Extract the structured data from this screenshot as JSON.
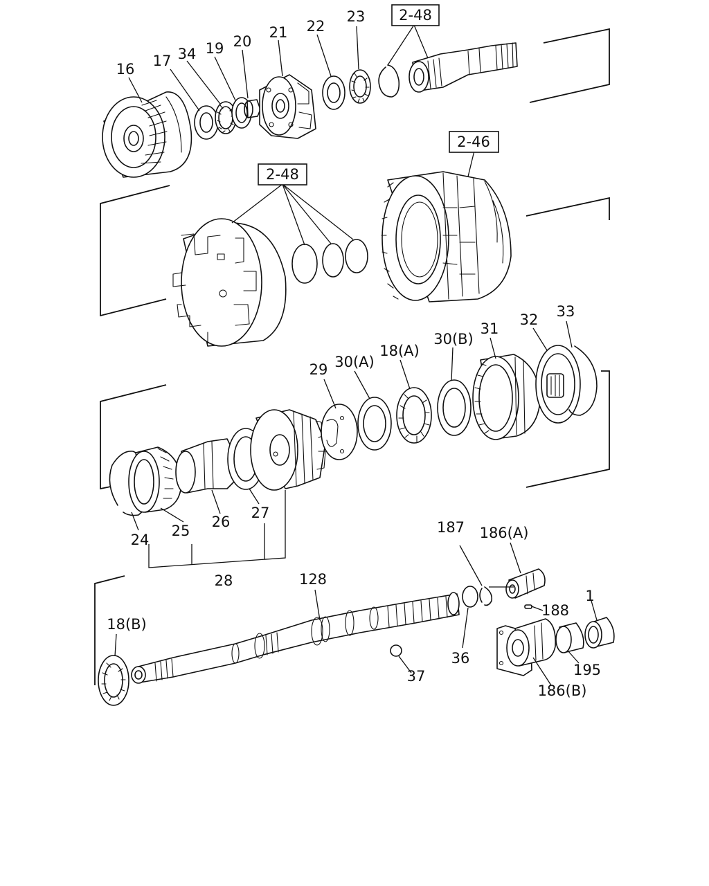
{
  "labels": {
    "p16": "16",
    "p17": "17",
    "p34": "34",
    "p19": "19",
    "p20": "20",
    "p21": "21",
    "p22": "22",
    "p23": "23",
    "ref_2_48_top": "2-48",
    "ref_2_46": "2-46",
    "ref_2_48_mid": "2-48",
    "p29": "29",
    "p30a": "30(A)",
    "p18a": "18(A)",
    "p30b": "30(B)",
    "p31": "31",
    "p32": "32",
    "p33": "33",
    "p24": "24",
    "p25": "25",
    "p26": "26",
    "p27": "27",
    "p28": "28",
    "p128": "128",
    "p187": "187",
    "p186a": "186(A)",
    "p188": "188",
    "p1": "1",
    "p18b": "18(B)",
    "p36": "36",
    "p37": "37",
    "p195": "195",
    "p186b": "186(B)"
  }
}
